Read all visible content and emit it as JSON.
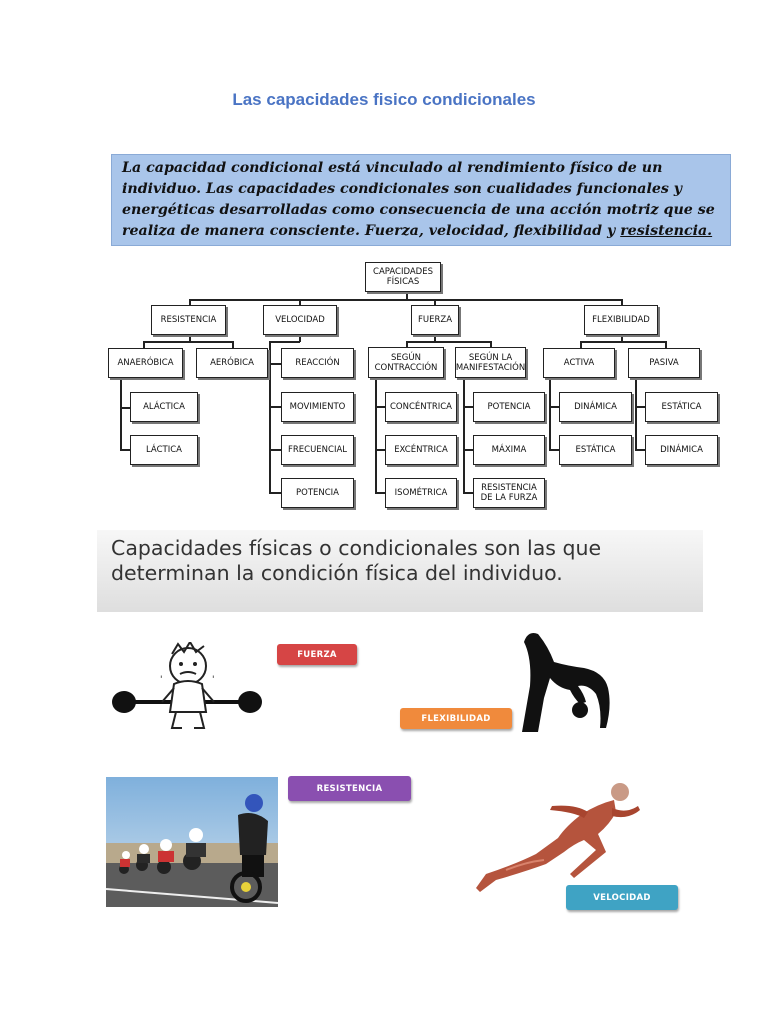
{
  "title": "Las capacidades fisico condicionales",
  "intro": {
    "before": "La capacidad condicional está vinculado al rendimiento físico de un individuo. Las capacidades condicionales son cualidades funcionales y energéticas desarrolladas como consecuencia de una acción motriz que se realiza de manera consciente. Fuerza, velocidad, flexibilidad y ",
    "underlined": "resistencia."
  },
  "tree": {
    "root": "CAPACIDADES FÍSICAS",
    "resistencia": {
      "label": "RESISTENCIA",
      "anaerobica": "ANAERÓBICA",
      "aerobica": "AERÓBICA",
      "alactica": "ALÁCTICA",
      "lactica": "LÁCTICA"
    },
    "velocidad": {
      "label": "VELOCIDAD",
      "items": [
        "REACCIÓN",
        "MOVIMIENTO",
        "FRECUENCIAL",
        "POTENCIA"
      ]
    },
    "fuerza": {
      "label": "FUERZA",
      "contraccion": "SEGÚN CONTRACCIÓN",
      "manifestacion": "SEGÚN LA MANIFESTACIÓN",
      "contraccion_items": [
        "CONCÉNTRICA",
        "EXCÉNTRICA",
        "ISOMÉTRICA"
      ],
      "manifestacion_items": [
        "POTENCIA",
        "MÁXIMA",
        "RESISTENCIA DE LA FURZA"
      ]
    },
    "flexibilidad": {
      "label": "FLEXIBILIDAD",
      "activa": "ACTIVA",
      "pasiva": "PASIVA",
      "activa_items": [
        "DINÁMICA",
        "ESTÁTICA"
      ],
      "pasiva_items": [
        "ESTÁTICA",
        "DINÁMICA"
      ]
    }
  },
  "banner": "Capacidades físicas o condicionales son las que determinan la condición física del individuo.",
  "tags": {
    "fuerza": "FUERZA",
    "flexibilidad": "FLEXIBILIDAD",
    "resistencia": "RESISTENCIA",
    "velocidad": "VELOCIDAD"
  },
  "colors": {
    "title": "#4a74c4",
    "intro_bg": "#a9c5ea",
    "fuerza": "#d64545",
    "flexibilidad": "#f08a3c",
    "resistencia": "#8a4fb0",
    "velocidad": "#3fa3c4"
  },
  "images": [
    "weightlifter-cartoon",
    "gymnast-backbend",
    "cyclists-road",
    "sprinter-muscles"
  ]
}
